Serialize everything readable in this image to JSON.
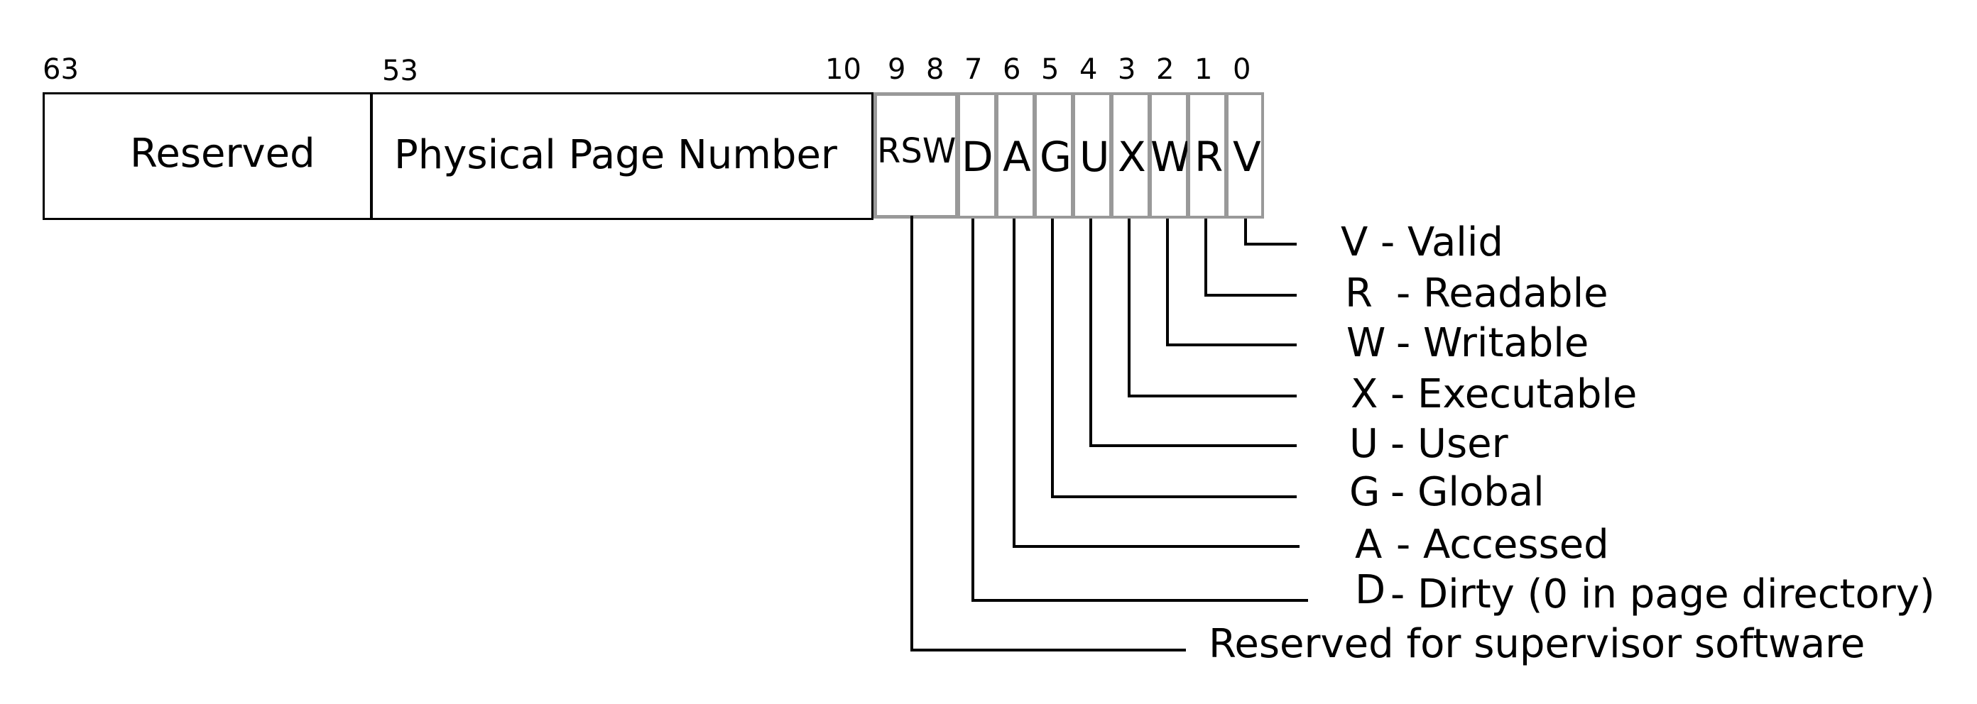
{
  "bit_labels": [
    "63",
    "53",
    "10",
    "9",
    "8",
    "7",
    "6",
    "5",
    "4",
    "3",
    "2",
    "1",
    "0"
  ],
  "fields": {
    "reserved": "Reserved",
    "ppn": "Physical Page Number",
    "rsw": "RSW",
    "d": "D",
    "a": "A",
    "g": "G",
    "u": "U",
    "x": "X",
    "w": "W",
    "r": "R",
    "v": "V"
  },
  "legend": [
    {
      "key": "V",
      "text": "- Valid"
    },
    {
      "key": "R",
      "text": "- Readable"
    },
    {
      "key": "W",
      "text": "- Writable"
    },
    {
      "key": "X",
      "text": "- Executable"
    },
    {
      "key": "U",
      "text": "- User"
    },
    {
      "key": "G",
      "text": "- Global"
    },
    {
      "key": "A",
      "text": "- Accessed"
    },
    {
      "key": "D",
      "text": "- Dirty (0 in page directory)"
    }
  ],
  "rsw_note": "Reserved for supervisor software",
  "colors": {
    "main_border": "#000000",
    "flag_border": "#999999",
    "leader": "#000000"
  }
}
